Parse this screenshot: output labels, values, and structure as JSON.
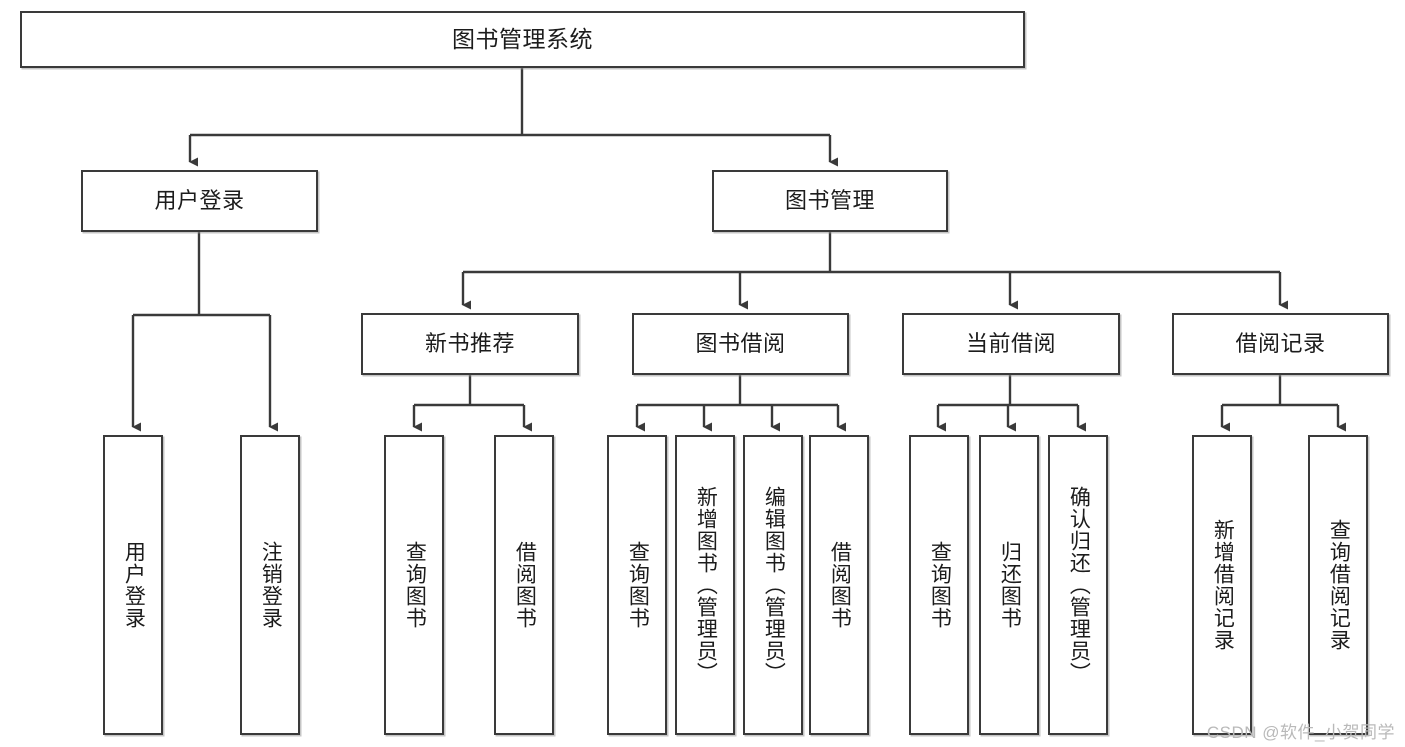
{
  "diagram": {
    "title": "图书管理系统",
    "type": "hierarchy-tree",
    "stroke_color": "#3a3a3a",
    "fill_color": "#ffffff",
    "text_color": "#1c1c1c"
  },
  "nodes": {
    "root": {
      "label": "图书管理系统"
    },
    "level2": [
      {
        "id": "user-login",
        "label": "用户登录"
      },
      {
        "id": "book-management",
        "label": "图书管理"
      }
    ],
    "level3": [
      {
        "id": "new-book-recommend",
        "label": "新书推荐"
      },
      {
        "id": "book-borrow",
        "label": "图书借阅"
      },
      {
        "id": "current-borrow",
        "label": "当前借阅"
      },
      {
        "id": "borrow-record",
        "label": "借阅记录"
      }
    ],
    "leaves": [
      {
        "id": "leaf-user-login",
        "label": "用户登录"
      },
      {
        "id": "leaf-user-logout",
        "label": "注销登录"
      },
      {
        "id": "leaf-query-book-1",
        "label": "查询图书"
      },
      {
        "id": "leaf-borrow-book-1",
        "label": "借阅图书"
      },
      {
        "id": "leaf-query-book-2",
        "label": "查询图书"
      },
      {
        "id": "leaf-add-book",
        "label": "新增图书（管理员）"
      },
      {
        "id": "leaf-edit-book",
        "label": "编辑图书（管理员）"
      },
      {
        "id": "leaf-borrow-book-2",
        "label": "借阅图书"
      },
      {
        "id": "leaf-query-book-3",
        "label": "查询图书"
      },
      {
        "id": "leaf-return-book",
        "label": "归还图书"
      },
      {
        "id": "leaf-confirm-return",
        "label": "确认归还（管理员）"
      },
      {
        "id": "leaf-add-record",
        "label": "新增借阅记录"
      },
      {
        "id": "leaf-query-record",
        "label": "查询借阅记录"
      }
    ]
  },
  "watermark": {
    "text": "CSDN @软件_小贺同学"
  }
}
